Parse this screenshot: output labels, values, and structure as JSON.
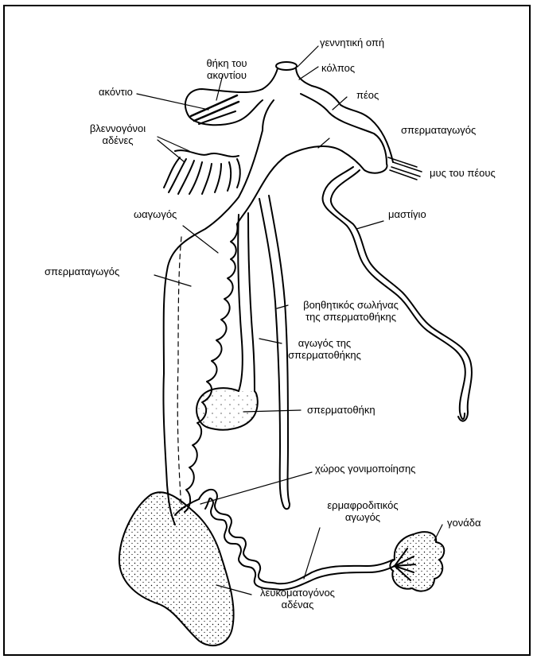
{
  "labels": {
    "genital_opening": "γεννητική οπή",
    "dart_sac_l1": "θήκη του",
    "dart_sac_l2": "ακοντίου",
    "vagina": "κόλπος",
    "dart": "ακόντιο",
    "penis": "πέος",
    "mucous_glands_l1": "βλεννογόνοι",
    "mucous_glands_l2": "αδένες",
    "vas_deferens_top": "σπερματαγωγός",
    "penis_muscle": "μυς του πέους",
    "oviduct": "ωαγωγός",
    "flagellum": "μαστίγιο",
    "sperm_duct_left": "σπερματαγωγός",
    "aux_tube_l1": "βοηθητικός σωλήνας",
    "aux_tube_l2": "της σπερματοθήκης",
    "sperm_duct_l1": "αγωγός της",
    "sperm_duct_l2": "σπερματοθήκης",
    "spermatheca": "σπερματοθήκη",
    "fertilization": "χώρος γονιμοποίησης",
    "hermaphrodite_duct_l1": "ερμαφροδιτικός",
    "hermaphrodite_duct_l2": "αγωγός",
    "gonad": "γονάδα",
    "albumen_gland_l1": "λευκοματογόνος",
    "albumen_gland_l2": "αδένας"
  }
}
